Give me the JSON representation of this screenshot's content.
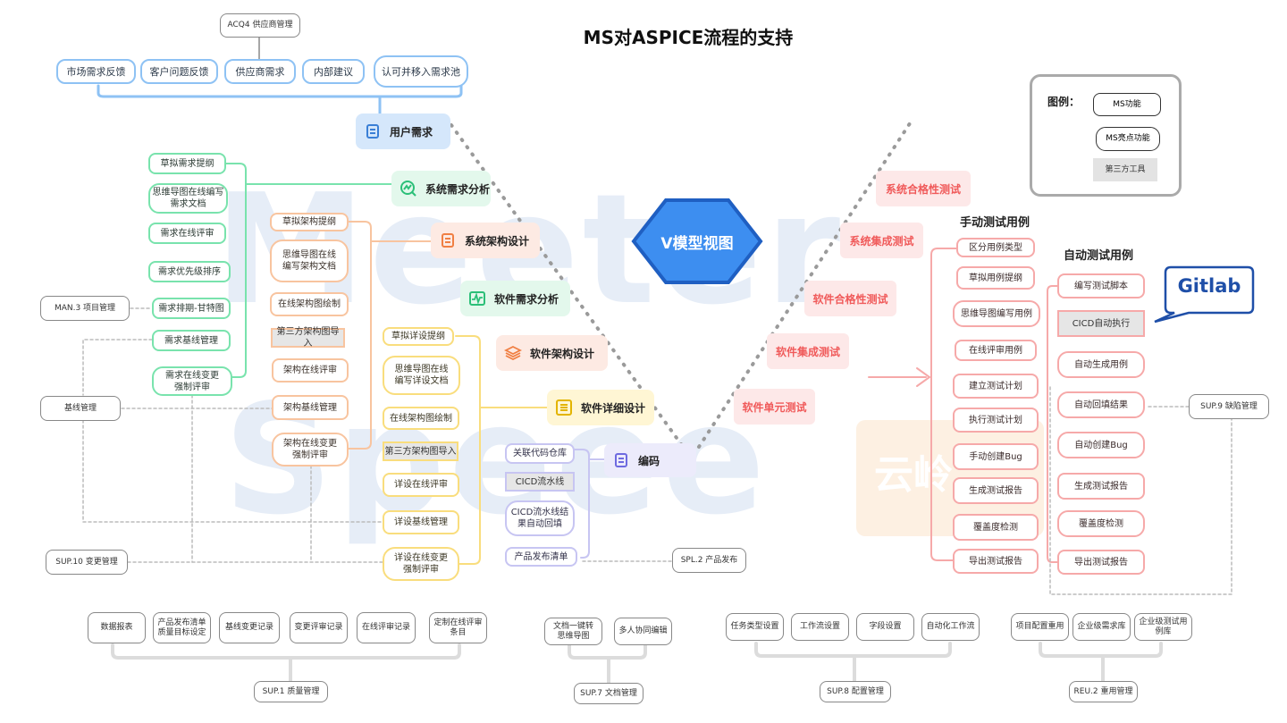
{
  "title": "MS对ASPICE流程的支持",
  "center_label": "V模型视图",
  "watermark": {
    "line1": "Meeter",
    "line2": "Speee",
    "right": "云岭"
  },
  "legend": {
    "title": "图例：",
    "ms_feature": "MS功能",
    "ms_highlight": "MS亮点功能",
    "third_party": "第三方工具"
  },
  "colors": {
    "green": "#79e3ad",
    "orange": "#f8c49f",
    "yellow": "#f9dd7d",
    "purple": "#c7c5f2",
    "red": "#f6a9a9",
    "blue": "#8ec2f4",
    "accent": "#2f7fe6",
    "gitlab": "#1f4fa8"
  },
  "top": {
    "acq4": "ACQ4 供应商管理",
    "sources": [
      "市场需求反馈",
      "客户问题反馈",
      "供应商需求",
      "内部建议",
      "认可并移入需求池"
    ]
  },
  "left_stages": {
    "user_req": "用户需求",
    "sys_req": "系统需求分析",
    "sys_arch": "系统架构设计",
    "sw_req": "软件需求分析",
    "sw_arch": "软件架构设计",
    "sw_detail": "软件详细设计",
    "coding": "编码"
  },
  "right_stages": {
    "sys_qual": "系统合格性测试",
    "sys_int": "系统集成测试",
    "sw_qual": "软件合格性测试",
    "sw_int": "软件集成测试",
    "sw_unit": "软件单元测试"
  },
  "green_items": [
    "草拟需求提纲",
    "思维导图在线编写\n需求文档",
    "需求在线评审",
    "需求优先级排序",
    "需求排期-甘特图",
    "需求基线管理",
    "需求在线变更\n强制评审"
  ],
  "orange_items": [
    "草拟架构提纲",
    "思维导图在线\n编写架构文档",
    "在线架构图绘制",
    "第三方架构图导入",
    "架构在线评审",
    "架构基线管理",
    "架构在线变更\n强制评审"
  ],
  "yellow_items": [
    "草拟详设提纲",
    "思维导图在线\n编写详设文档",
    "在线架构图绘制",
    "第三方架构图导入",
    "详设在线评审",
    "详设基线管理",
    "详设在线变更\n强制评审"
  ],
  "purple_items": [
    "关联代码仓库",
    "CICD流水线",
    "CICD流水线结\n果自动回填",
    "产品发布清单"
  ],
  "manual_header": "手动测试用例",
  "manual_items": [
    "区分用例类型",
    "草拟用例提纲",
    "思维导图编写用例",
    "在线评审用例",
    "建立测试计划",
    "执行测试计划",
    "手动创建Bug",
    "生成测试报告",
    "覆盖度检测",
    "导出测试报告"
  ],
  "auto_header": "自动测试用例",
  "auto_items": [
    "编写测试脚本",
    "CICD自动执行",
    "自动生成用例",
    "自动回填结果",
    "自动创建Bug",
    "生成测试报告",
    "覆盖度检测",
    "导出测试报告"
  ],
  "gitlab": "Gitlab",
  "side": {
    "man3": "MAN.3 项目管理",
    "baseline": "基线管理",
    "sup10": "SUP.10 变更管理",
    "spl2": "SPL.2 产品发布",
    "sup9": "SUP.9 缺陷管理"
  },
  "bottom_groups": [
    {
      "label": "SUP.1 质量管理",
      "items": [
        "数据报表",
        "产品发布清单\n质量目标设定",
        "基线变更记录",
        "变更评审记录",
        "在线评审记录",
        "定制在线评审\n条目"
      ]
    },
    {
      "label": "SUP.7 文档管理",
      "items": [
        "文档一键转\n思维导图",
        "多人协同编辑"
      ]
    },
    {
      "label": "SUP.8 配置管理",
      "items": [
        "任务类型设置",
        "工作流设置",
        "字段设置",
        "自动化工作流"
      ]
    },
    {
      "label": "REU.2 重用管理",
      "items": [
        "项目配置重用",
        "企业级需求库",
        "企业级测试用\n例库"
      ]
    }
  ]
}
